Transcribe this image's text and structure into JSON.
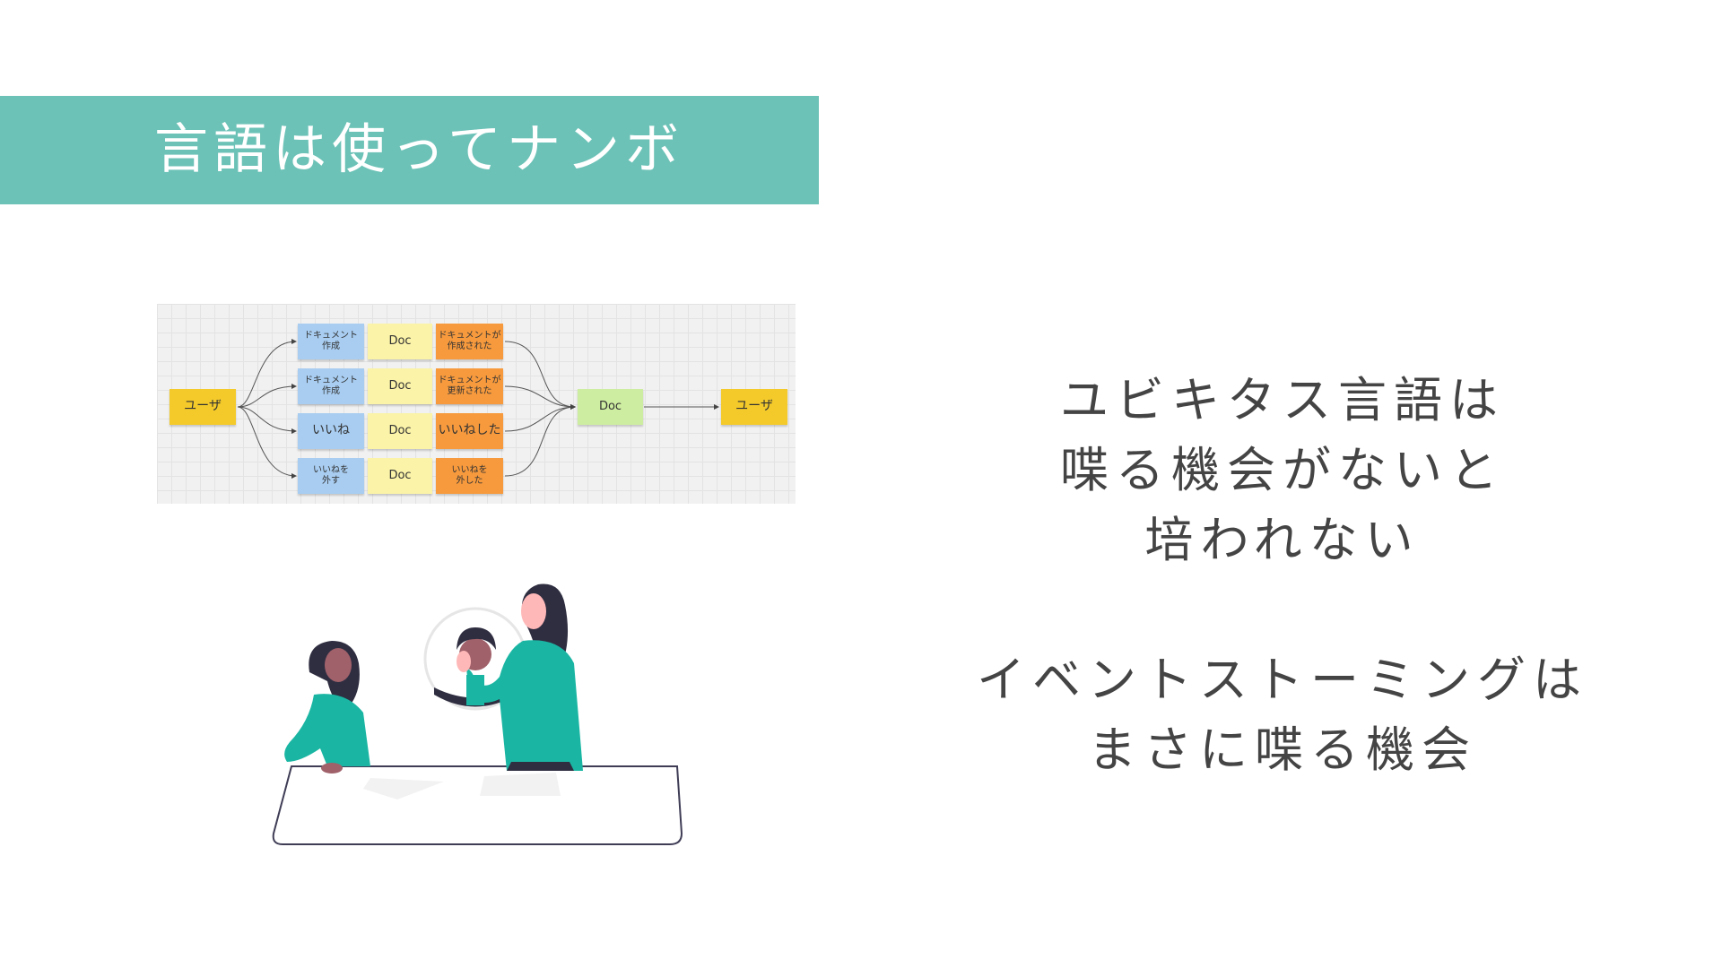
{
  "slide": {
    "title": "言語は使ってナンボ",
    "body_lines": [
      "ユビキタス言語は",
      "喋る機会がないと",
      "培われない",
      "",
      "イベントストーミングは",
      "まさに喋る機会"
    ]
  },
  "diagram": {
    "user_start": "ユーザ",
    "user_end": "ユーザ",
    "rows": [
      {
        "command": "ドキュメント\n作成",
        "aggregate": "Doc",
        "event": "ドキュメントが\n作成された"
      },
      {
        "command": "ドキュメント\n作成",
        "aggregate": "Doc",
        "event": "ドキュメントが\n更新された"
      },
      {
        "command": "いいね",
        "aggregate": "Doc",
        "event": "いいねした"
      },
      {
        "command": "いいねを\n外す",
        "aggregate": "Doc",
        "event": "いいねを\n外した"
      }
    ],
    "result": "Doc"
  },
  "colors": {
    "banner": "#6cc2b7",
    "command": "#a8cdf1",
    "aggregate": "#fbf3a8",
    "event": "#f79a3d",
    "actor": "#f4ca2a",
    "read_model": "#cdeda0",
    "figure": "#1ab6a3"
  }
}
